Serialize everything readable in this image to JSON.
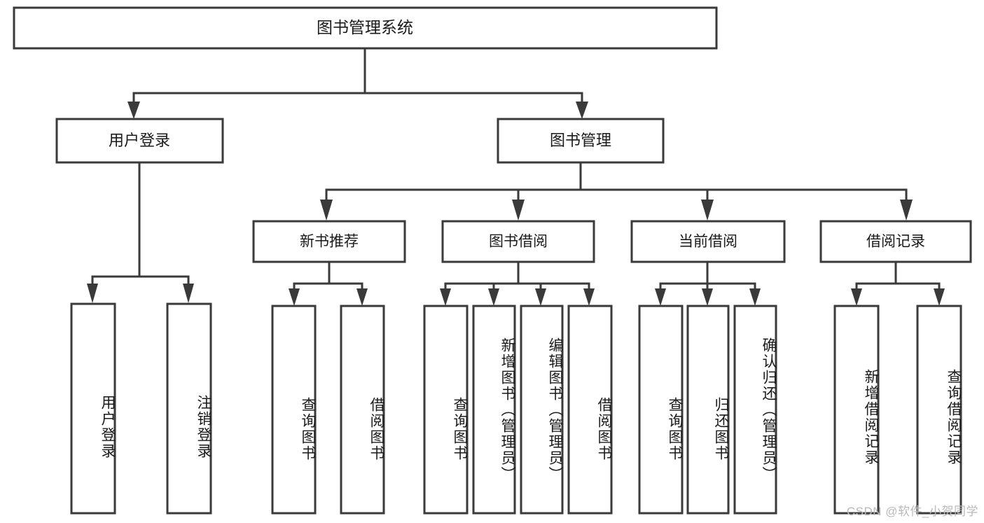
{
  "diagram": {
    "type": "tree-hierarchy",
    "title": "图书管理系统",
    "watermark": "CSDN @软件_小贺同学",
    "colors": {
      "stroke": "#3a3a3a",
      "fill": "#ffffff",
      "text": "#1a1a1a",
      "watermark": "#b9b9b9",
      "background": "#ffffff"
    },
    "root": {
      "id": "root",
      "label": "图书管理系统"
    },
    "level2": [
      {
        "id": "user-login",
        "label": "用户登录"
      },
      {
        "id": "book-management",
        "label": "图书管理"
      }
    ],
    "level3": [
      {
        "id": "new-book-recommend",
        "label": "新书推荐",
        "parent": "book-management"
      },
      {
        "id": "book-borrow",
        "label": "图书借阅",
        "parent": "book-management"
      },
      {
        "id": "current-borrow",
        "label": "当前借阅",
        "parent": "book-management"
      },
      {
        "id": "borrow-record",
        "label": "借阅记录",
        "parent": "book-management"
      }
    ],
    "leaves": [
      {
        "id": "leaf-user-login",
        "label": "用户登录",
        "parent": "user-login"
      },
      {
        "id": "leaf-logout",
        "label": "注销登录",
        "parent": "user-login"
      },
      {
        "id": "leaf-query-book-1",
        "label": "查询图书",
        "parent": "new-book-recommend"
      },
      {
        "id": "leaf-borrow-book-1",
        "label": "借阅图书",
        "parent": "new-book-recommend"
      },
      {
        "id": "leaf-query-book-2",
        "label": "查询图书",
        "parent": "book-borrow"
      },
      {
        "id": "leaf-add-book",
        "label": "新增图书（管理员）",
        "parent": "book-borrow"
      },
      {
        "id": "leaf-edit-book",
        "label": "编辑图书（管理员）",
        "parent": "book-borrow"
      },
      {
        "id": "leaf-borrow-book-2",
        "label": "借阅图书",
        "parent": "book-borrow"
      },
      {
        "id": "leaf-query-book-3",
        "label": "查询图书",
        "parent": "current-borrow"
      },
      {
        "id": "leaf-return-book",
        "label": "归还图书",
        "parent": "current-borrow"
      },
      {
        "id": "leaf-confirm-return",
        "label": "确认归还（管理员）",
        "parent": "current-borrow"
      },
      {
        "id": "leaf-add-record",
        "label": "新增借阅记录",
        "parent": "borrow-record"
      },
      {
        "id": "leaf-query-record",
        "label": "查询借阅记录",
        "parent": "borrow-record"
      }
    ]
  }
}
